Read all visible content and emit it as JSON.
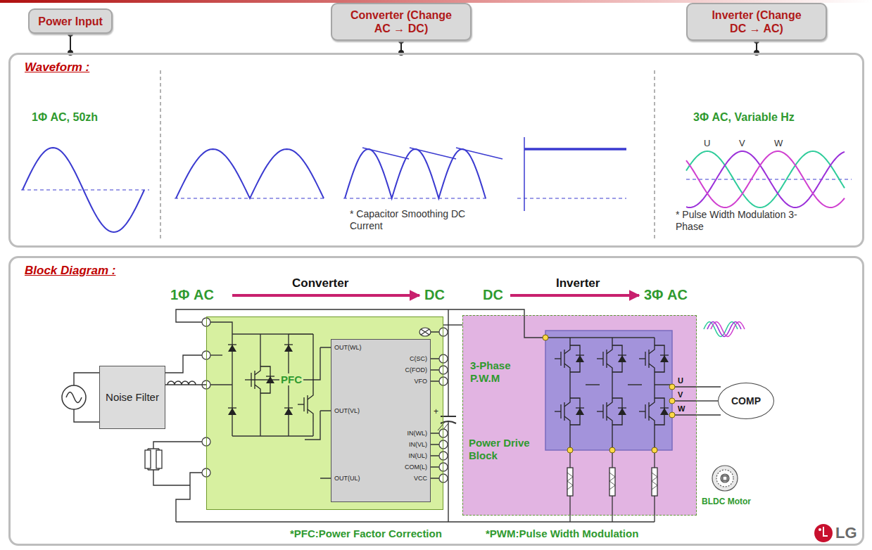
{
  "diagram": {
    "nodes": [
      {
        "text": [
          "Power Input"
        ]
      },
      {
        "text": [
          "Converter (Change AC → DC)"
        ]
      },
      {
        "text": [
          "Inverter (Change DC → AC)"
        ]
      },
      {
        "text": [
          "Waveform :"
        ]
      },
      {
        "text": [
          "Block Diagram :"
        ]
      },
      {
        "text": [
          "Noise Filter"
        ],
        "in": 4
      },
      {
        "text": [
          "PFC"
        ],
        "in": 4
      },
      {
        "text": [
          "OUT(WL)",
          "C(SC)",
          "C(FOD)",
          "VFO",
          "OUT(VL)",
          "IN(WL)",
          "IN(VL)",
          "IN(UL)",
          "COM(L)",
          "VCC",
          "OUT(UL)"
        ],
        "in": 6
      },
      {
        "text": [
          "3-Phase P.W.M",
          "Power Drive Block"
        ],
        "in": 4
      },
      {
        "text": [
          "COMP"
        ],
        "in": 4
      }
    ],
    "edges": [
      {
        "from": 0,
        "to": 3,
        "arrow": "none"
      },
      {
        "from": 1,
        "to": 3,
        "arrow": "none"
      },
      {
        "from": 2,
        "to": 3,
        "arrow": "none"
      },
      {
        "from": 5,
        "to": 6,
        "arrow": "none"
      },
      {
        "from": 6,
        "to": 8,
        "arrow": "none"
      },
      {
        "from": 8,
        "to": 9,
        "arrow": "none"
      }
    ],
    "labels": [
      "1Φ AC, 50zh",
      "* Capacitor Smoothing DC Current",
      "3Φ AC, Variable Hz",
      "U",
      "V",
      "W",
      "* Pulse Width Modulation 3-Phase",
      "1Φ AC",
      "Converter",
      "DC",
      "DC",
      "Inverter",
      "3Φ AC",
      "+",
      "U",
      "V",
      "W",
      "BLDC Motor",
      "*PFC:Power Factor Correction",
      "*PWM:Pulse Width Modulation",
      "LG"
    ]
  }
}
